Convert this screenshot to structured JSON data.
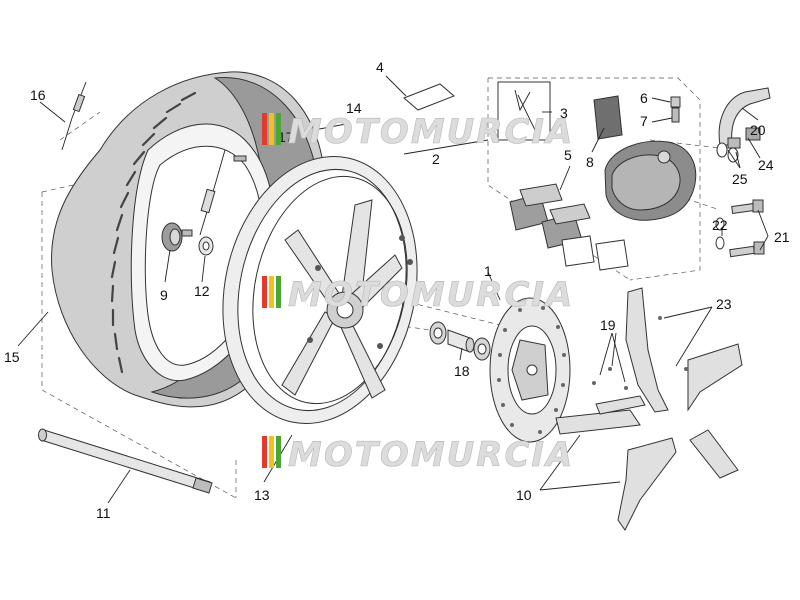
{
  "watermark": {
    "text": "MOTOMURCIA",
    "colors": [
      "#e23b2e",
      "#f2c21a",
      "#4aa832"
    ]
  },
  "callouts": [
    "1",
    "2",
    "3",
    "4",
    "5",
    "6",
    "7",
    "8",
    "9",
    "10",
    "11",
    "12",
    "13",
    "14",
    "15",
    "16",
    "17",
    "18",
    "19",
    "20",
    "21",
    "22",
    "23",
    "24",
    "25"
  ],
  "part_colors": {
    "fill": "#d9d9d9",
    "dark": "#7a7a7a",
    "outline": "#333333"
  }
}
